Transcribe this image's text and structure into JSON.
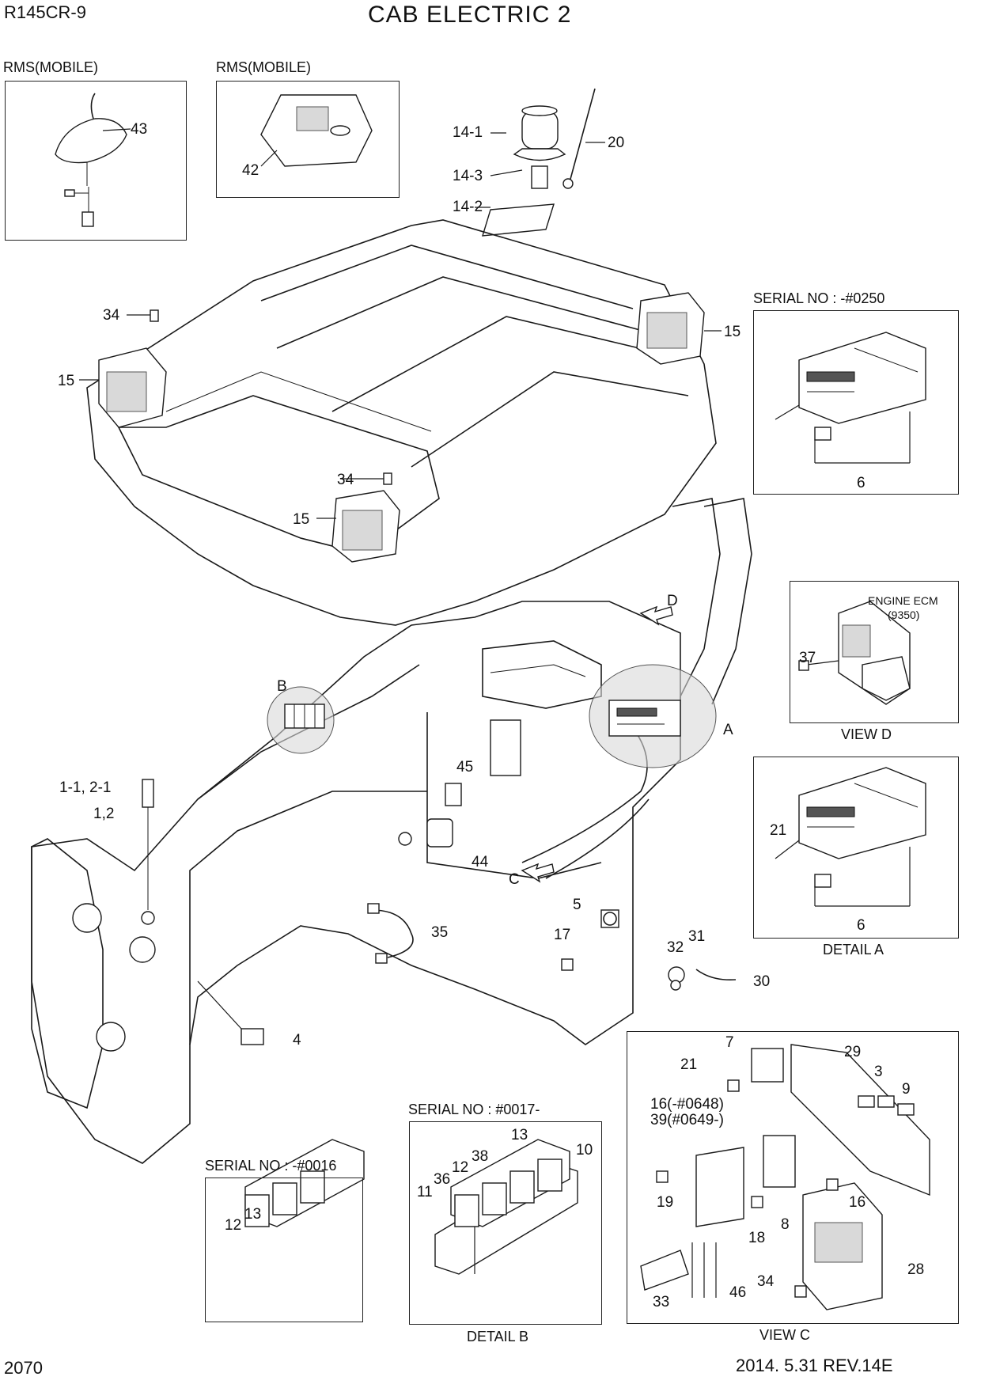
{
  "header": {
    "model": "R145CR-9",
    "title": "CAB ELECTRIC 2",
    "page_number": "2070",
    "revision": "2014. 5.31  REV.14E"
  },
  "captions": {
    "rms_mobile_1": "RMS(MOBILE)",
    "rms_mobile_2": "RMS(MOBILE)",
    "serial_top": "SERIAL NO : -#0250",
    "engine_ecm_line1": "ENGINE ECM",
    "engine_ecm_line2": "(9350)",
    "view_d": "VIEW D",
    "detail_a": "DETAIL A",
    "serial_mid": "SERIAL NO : #0017-",
    "serial_low": "SERIAL NO : -#0016",
    "detail_b": "DETAIL B",
    "view_c": "VIEW C"
  },
  "view_markers": {
    "a": "A",
    "b": "B",
    "c": "C",
    "d": "D"
  },
  "part_callouts": {
    "p43": "43",
    "p42": "42",
    "p14_1": "14-1",
    "p14_3": "14-3",
    "p14_2": "14-2",
    "p20": "20",
    "p34_a": "34",
    "p15_a": "15",
    "p15_b": "15",
    "p34_b": "34",
    "p15_c": "15",
    "p6_a": "6",
    "p37": "37",
    "p21_a": "21",
    "p6_b": "6",
    "p1_1_2_1": "1-1, 2-1",
    "p1_2": "1,2",
    "p45": "45",
    "p44": "44",
    "p35": "35",
    "p5": "5",
    "p17": "17",
    "p32": "32",
    "p31": "31",
    "p30": "30",
    "p4": "4",
    "p7": "7",
    "p29": "29",
    "p3": "3",
    "p9": "9",
    "p21_b": "21",
    "p16_39_line1": "16(-#0648)",
    "p16_39_line2": "39(#0649-)",
    "p19": "19",
    "p18": "18",
    "p8": "8",
    "p16": "16",
    "p28": "28",
    "p34_c": "34",
    "p33": "33",
    "p46": "46",
    "p13_a": "13",
    "p10": "10",
    "p38": "38",
    "p12_a": "12",
    "p36": "36",
    "p11": "11",
    "p12_b": "12",
    "p13_b": "13"
  }
}
